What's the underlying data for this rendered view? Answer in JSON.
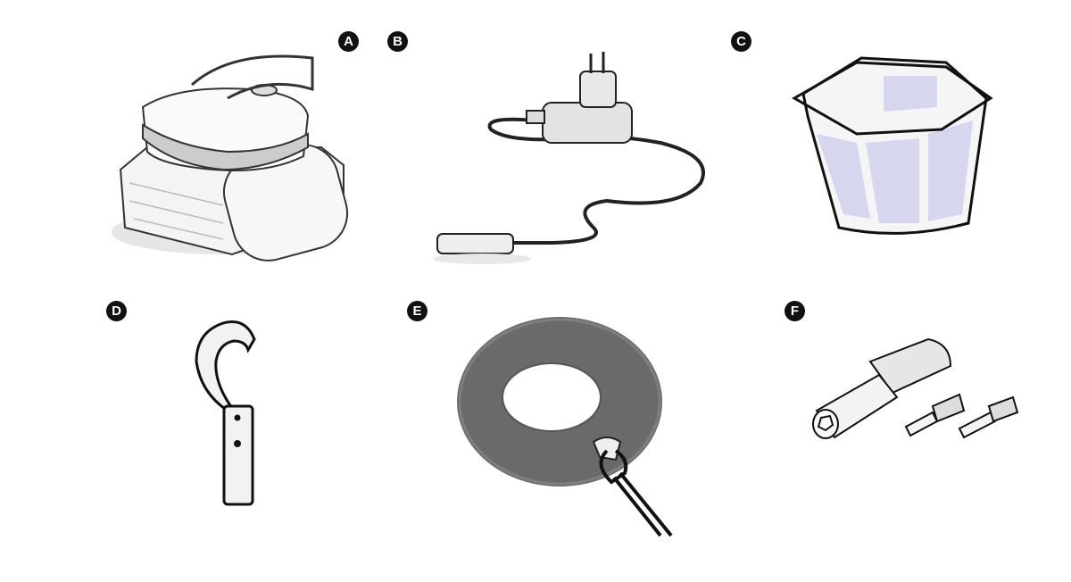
{
  "parts": [
    {
      "label": "A",
      "item": "pool-robot"
    },
    {
      "label": "B",
      "item": "power-supply"
    },
    {
      "label": "C",
      "item": "filter-basket"
    },
    {
      "label": "D",
      "item": "hook-tool"
    },
    {
      "label": "E",
      "item": "float-ring"
    },
    {
      "label": "F",
      "item": "socket-wrench-and-pins"
    }
  ]
}
